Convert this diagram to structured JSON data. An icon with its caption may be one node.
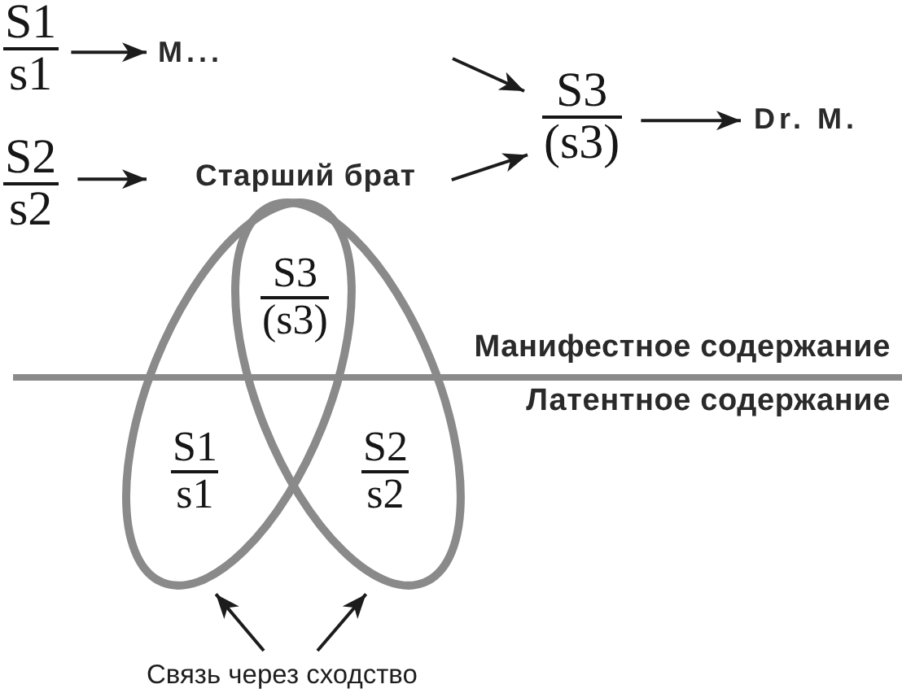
{
  "diagram": {
    "nodes": [
      {
        "text": [
          "S1",
          "s1"
        ]
      },
      {
        "text": [
          "M..."
        ]
      },
      {
        "text": [
          "S3",
          "(s3)"
        ]
      },
      {
        "text": [
          "Dr. M."
        ]
      },
      {
        "text": [
          "S2",
          "s2"
        ]
      },
      {
        "text": [
          "Старший брат"
        ]
      },
      {
        "text": [
          "S1",
          "s1"
        ]
      },
      {
        "text": [
          "S2",
          "s2"
        ]
      },
      {
        "text": [
          "Связь через сходство"
        ]
      }
    ],
    "edges": [
      {
        "from": 0,
        "to": 1,
        "arrow": "to"
      },
      {
        "from": null,
        "to": 2,
        "arrow": "to"
      },
      {
        "from": 2,
        "to": 3,
        "arrow": "to"
      },
      {
        "from": 4,
        "to": 5,
        "arrow": "to"
      },
      {
        "from": 5,
        "to": 2,
        "arrow": "to"
      },
      {
        "from": 8,
        "to": 6,
        "arrow": "to"
      },
      {
        "from": 8,
        "to": 7,
        "arrow": "to"
      }
    ],
    "labels": [
      "S3",
      "(s3)",
      "Манифестное содержание",
      "Латентное содержание"
    ]
  }
}
